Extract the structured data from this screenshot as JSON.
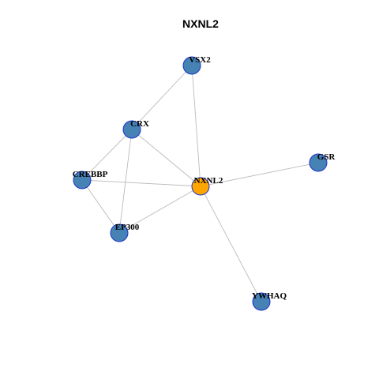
{
  "title": "NXNL2",
  "colors": {
    "focus_node": "#FFA500",
    "other_node": "#4682B4",
    "node_border": "#1A33CC",
    "edge": "#BBBBBB"
  },
  "nodes": [
    {
      "id": "VSX2",
      "label": "VSX2",
      "role": "neighbor"
    },
    {
      "id": "CRX",
      "label": "CRX",
      "role": "neighbor"
    },
    {
      "id": "GSR",
      "label": "GSR",
      "role": "neighbor"
    },
    {
      "id": "CREBBP",
      "label": "CREBBP",
      "role": "neighbor"
    },
    {
      "id": "NXNL2",
      "label": "NXNL2",
      "role": "focus"
    },
    {
      "id": "EP300",
      "label": "EP300",
      "role": "neighbor"
    },
    {
      "id": "YWHAQ",
      "label": "YWHAQ",
      "role": "neighbor"
    }
  ],
  "edges": [
    [
      "VSX2",
      "CRX"
    ],
    [
      "VSX2",
      "NXNL2"
    ],
    [
      "CRX",
      "CREBBP"
    ],
    [
      "CRX",
      "NXNL2"
    ],
    [
      "CRX",
      "EP300"
    ],
    [
      "CREBBP",
      "NXNL2"
    ],
    [
      "CREBBP",
      "EP300"
    ],
    [
      "EP300",
      "NXNL2"
    ],
    [
      "NXNL2",
      "GSR"
    ],
    [
      "NXNL2",
      "YWHAQ"
    ]
  ]
}
